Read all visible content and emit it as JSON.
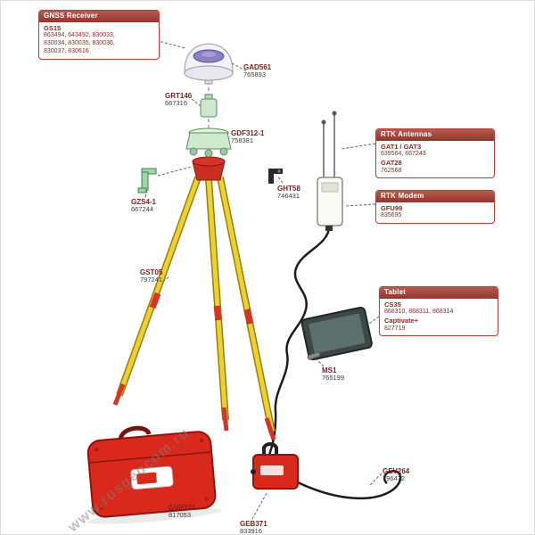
{
  "watermark": "www.rusgeocom.ru",
  "boxes": {
    "gnss_receiver": {
      "title": "GNSS Receiver",
      "line1": "GS15",
      "line2": "863494, 643492, 830033,",
      "line3": "830034, 830035, 830036,",
      "line4": "830037, 830616"
    },
    "rtk_antennas": {
      "title": "RTK Antennas",
      "line1": "GAT1 / GAT3",
      "line2": "639564, 667243",
      "line3": "GAT28",
      "line4": "762568"
    },
    "rtk_modem": {
      "title": "RTK Modem",
      "line1": "GFU99",
      "line2": "835695"
    },
    "tablet": {
      "title": "Tablet",
      "line1": "CS35",
      "line2": "868310, 868311, 868314",
      "line3": "Captivate+",
      "line4": "827719"
    }
  },
  "part_labels": [
    {
      "name": "GAD561",
      "number": "765893"
    },
    {
      "name": "GRT146",
      "number": "667316"
    },
    {
      "name": "GDF312-1",
      "number": "758381"
    },
    {
      "name": "GZS4-1",
      "number": "667244"
    },
    {
      "name": "GHT58",
      "number": "746431"
    },
    {
      "name": "GST05",
      "number": "797241"
    },
    {
      "name": "MS1",
      "number": "765199"
    },
    {
      "name": "GVP721",
      "number": "817053"
    },
    {
      "name": "GEB371",
      "number": "833916"
    },
    {
      "name": "GEV264",
      "number": "796472"
    }
  ],
  "colors": {
    "leica_red": "#d8291c",
    "callout_red": "#93352c",
    "cable_black": "#1c1c1c",
    "tripod_yellow": "#ecd22e"
  }
}
